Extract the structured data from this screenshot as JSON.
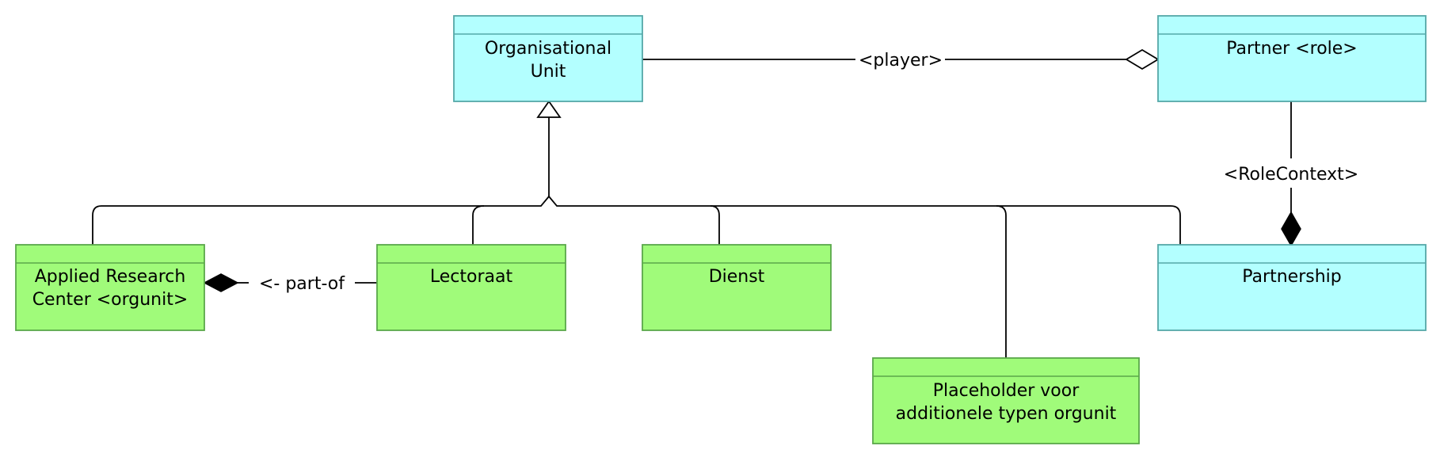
{
  "colors": {
    "class_cyan": "#b3ffff",
    "class_green": "#a0fb7a",
    "border_cyan": "#55a8a8",
    "border_green": "#5aa84a",
    "line": "#000000"
  },
  "classes": {
    "organisational_unit": {
      "lines": [
        "Organisational",
        "Unit"
      ]
    },
    "partner_role": {
      "lines": [
        "Partner <role>"
      ]
    },
    "applied_research_center": {
      "lines": [
        "Applied Research",
        "Center <orgunit>"
      ]
    },
    "lectoraat": {
      "lines": [
        "Lectoraat"
      ]
    },
    "dienst": {
      "lines": [
        "Dienst"
      ]
    },
    "partnership": {
      "lines": [
        "Partnership"
      ]
    },
    "placeholder": {
      "lines": [
        "Placeholder voor",
        "additionele typen orgunit"
      ]
    }
  },
  "relations": {
    "player": "<player>",
    "role_context": "<RoleContext>",
    "part_of": "<- part-of"
  }
}
